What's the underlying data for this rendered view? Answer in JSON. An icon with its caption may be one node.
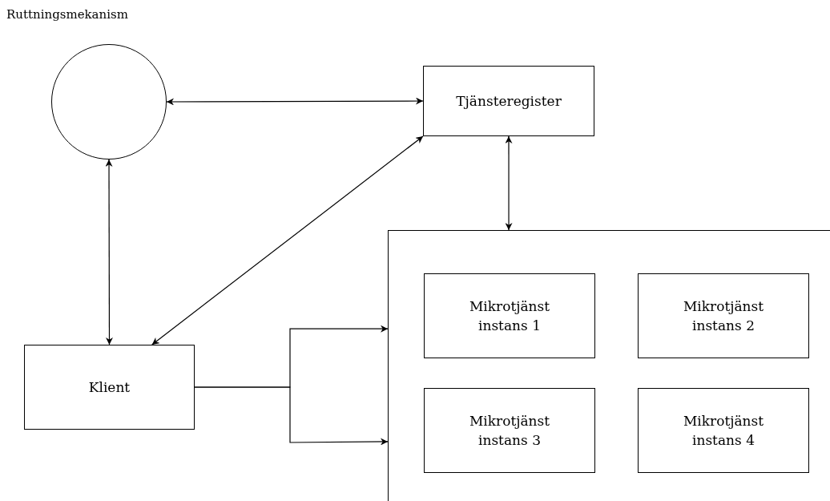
{
  "diagram": {
    "nodes": [
      {
        "text": [
          "Ruttningsmekanism"
        ]
      },
      {
        "text": [
          "Tjänsteregister"
        ]
      },
      {
        "text": [],
        "shape": "box"
      },
      {
        "text": [
          "Mikrotjänst instans 1"
        ],
        "in": 2
      },
      {
        "text": [
          "Mikrotjänst instans 2"
        ],
        "in": 2
      },
      {
        "text": [
          "Mikrotjänst instans 3"
        ],
        "in": 2
      },
      {
        "text": [
          "Mikrotjänst instans 4"
        ],
        "in": 2
      },
      {
        "text": [
          "Klient"
        ]
      }
    ],
    "edges": [
      {
        "from": 0,
        "to": 1,
        "arrow": "both"
      },
      {
        "from": 0,
        "to": 7,
        "arrow": "both"
      },
      {
        "from": 1,
        "to": 7,
        "arrow": "both"
      },
      {
        "from": 1,
        "to": 2,
        "arrow": "both"
      },
      {
        "from": 7,
        "to": 2,
        "arrow": "to"
      },
      {
        "from": 7,
        "to": 2,
        "arrow": "to"
      }
    ]
  }
}
